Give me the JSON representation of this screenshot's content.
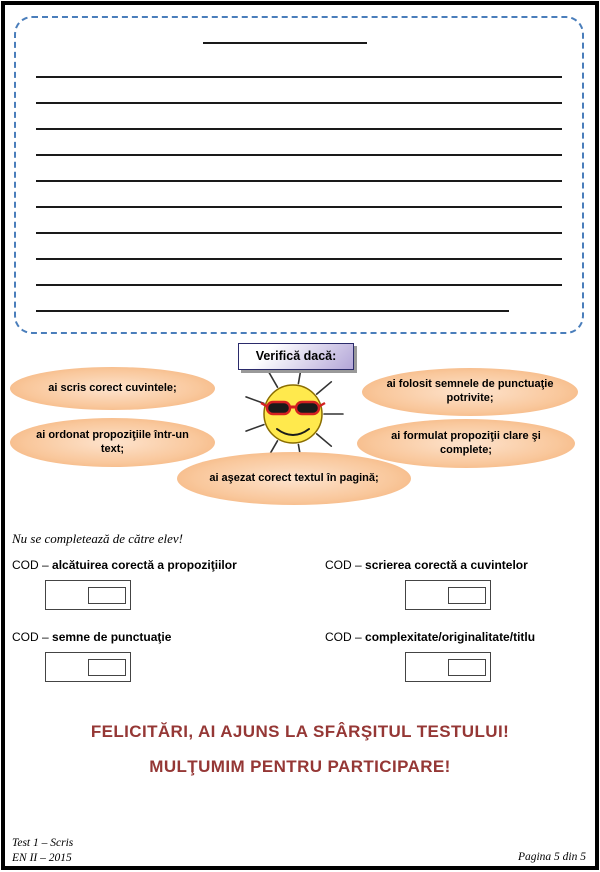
{
  "writing_area": {
    "line_count": 10
  },
  "verify": {
    "label": "Verifică dacă:"
  },
  "bubbles": [
    {
      "text": "ai scris corect cuvintele;"
    },
    {
      "text": "ai folosit semnele de punctuaţie potrivite;"
    },
    {
      "text": "ai ordonat propoziţiile într-un text;"
    },
    {
      "text": "ai formulat propoziţii clare şi complete;"
    },
    {
      "text": "ai aşezat corect textul în pagină;"
    }
  ],
  "note": "Nu se completează de către elev!",
  "cod": {
    "items": [
      {
        "prefix": "COD –",
        "label": "alcătuirea corectă a propoziţiilor"
      },
      {
        "prefix": "COD –",
        "label": "scrierea corectă a cuvintelor"
      },
      {
        "prefix": "COD –",
        "label": "semne de punctuaţie"
      },
      {
        "prefix": "COD –",
        "label": "complexitate/originalitate/titlu"
      }
    ]
  },
  "congrats": {
    "line1": "FELICITĂRI, AI AJUNS LA SFÂRŞITUL TESTULUI!",
    "line2": "MULŢUMIM PENTRU PARTICIPARE!"
  },
  "footer": {
    "test": "Test 1 – Scris",
    "edition": "EN II – 2015",
    "page": "Pagina 5 din 5"
  },
  "icons": {
    "sun": "sun-with-sunglasses"
  },
  "colors": {
    "dashed_border": "#4a7ebb",
    "bubble_fill": "#f9c79b",
    "congrats_text": "#953735",
    "verify_gradient": "#b3a6d8"
  }
}
